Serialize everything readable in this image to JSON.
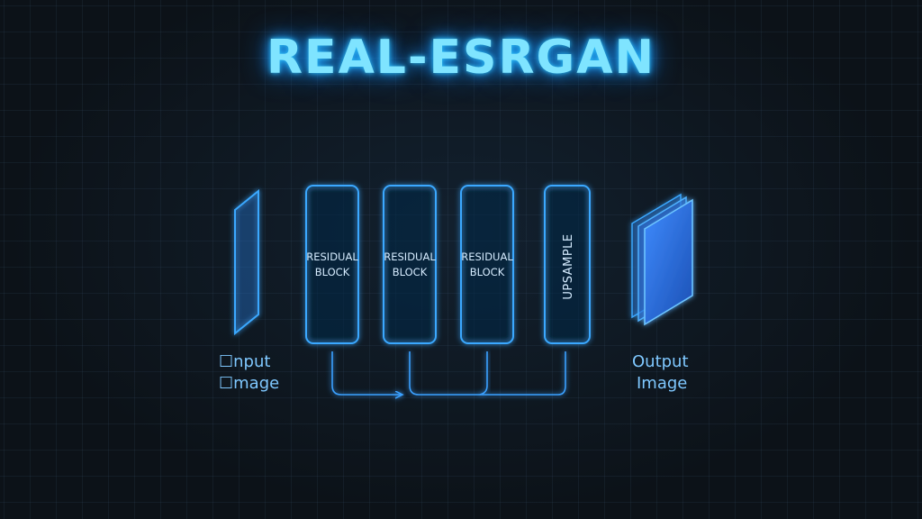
{
  "title": "REAL-ESRGAN",
  "input_label": [
    "☐nput",
    "☐mage"
  ],
  "blocks": [
    {
      "line1": "RESIDUAL",
      "line2": "BLOCK"
    },
    {
      "line1": "RESIDUAL",
      "line2": "BLOCK"
    },
    {
      "line1": "RESIDUAL",
      "line2": "BLOCK"
    }
  ],
  "upsample_label": "UPSAMPLE",
  "output_label": [
    "Output",
    "Image"
  ],
  "colors": {
    "background": "#0c1218",
    "accent": "#3aa8ff",
    "title": "#7fe4ff",
    "label": "#7fc8ff"
  }
}
